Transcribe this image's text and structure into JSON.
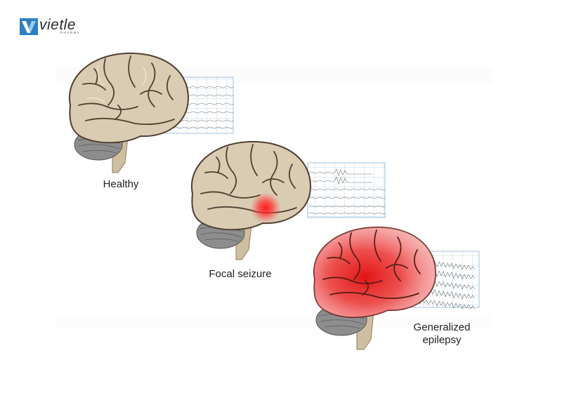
{
  "logo": {
    "wordmark": "vietle",
    "sub": "PHARMA",
    "colors": {
      "mark": "#2e7fc1",
      "mark_light": "#6db6e8"
    }
  },
  "stages": [
    {
      "label": "Healthy",
      "activity": "none"
    },
    {
      "label": "Focal seizure",
      "activity": "focal"
    },
    {
      "label_line1": "Generalized",
      "label_line2": "epilepsy",
      "activity": "generalized"
    }
  ],
  "colors": {
    "cortex": "#d9cbb5",
    "cortex_dark": "#b8a68c",
    "sulci": "#4a3a2c",
    "cerebellum": "#8a8a8a",
    "stem": "#c9bba0",
    "seizure_red": "#e8141c",
    "eeg_grid": "#9fc0dc",
    "eeg_trace": "#6a6a6a"
  }
}
